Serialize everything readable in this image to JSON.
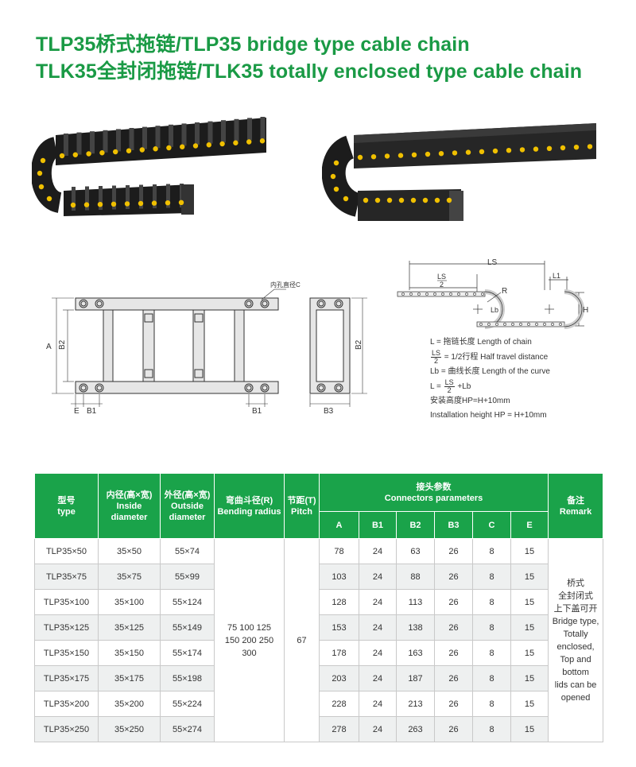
{
  "titles": {
    "line1": "TLP35桥式拖链/TLP35 bridge type cable chain",
    "line2": "TLK35全封闭拖链/TLK35 totally enclosed type cable chain"
  },
  "colors": {
    "accent": "#1a9a45",
    "table_header": "#1aa34a",
    "chain_body": "#1c1c1c",
    "pin": "#f0c000"
  },
  "drawing_labels": {
    "hole_note": "内孔直径C",
    "A": "A",
    "B1": "B1",
    "B2": "B2",
    "B3": "B3",
    "E": "E",
    "LS": "LS",
    "LS_half_num": "LS",
    "LS_half_den": "2",
    "R": "R",
    "Lb": "Lb",
    "L1": "L1",
    "H": "H"
  },
  "legend": {
    "l_def": "L = 拖链长度  Length of chain",
    "ls_num": "LS",
    "ls_den": "2",
    "ls_def": "= 1/2行程  Half travel distance",
    "lb_def": "Lb = 曲线长度  Length of the curve",
    "formula_left": "L =",
    "formula_right": "+Lb",
    "hp_cn": "安装高度HP=H+10mm",
    "hp_en": "Installation height HP = H+10mm"
  },
  "table": {
    "headers": {
      "type": "型号\ntype",
      "inside": "内径(高×宽)\nInside\ndiameter",
      "outside": "外径(高×宽)\nOutside\ndiameter",
      "bending": "弯曲斗径(R)\nBending radius",
      "pitch": "节距(T)\nPitch",
      "connectors": "接头参数\nConnectors parameters",
      "remark": "备注\nRemark",
      "A": "A",
      "B1": "B1",
      "B2": "B2",
      "B3": "B3",
      "C": "C",
      "E": "E"
    },
    "bending_value": "75  100  125\n150  200  250\n300",
    "pitch_value": "67",
    "remark_value": "桥式\n全封闭式\n上下盖可开\nBridge type,\nTotally\nenclosed,\nTop and\nbottom\nlids can be\nopened",
    "rows": [
      {
        "type": "TLP35×50",
        "inside": "35×50",
        "outside": "55×74",
        "A": "78",
        "B1": "24",
        "B2": "63",
        "B3": "26",
        "C": "8",
        "E": "15"
      },
      {
        "type": "TLP35×75",
        "inside": "35×75",
        "outside": "55×99",
        "A": "103",
        "B1": "24",
        "B2": "88",
        "B3": "26",
        "C": "8",
        "E": "15"
      },
      {
        "type": "TLP35×100",
        "inside": "35×100",
        "outside": "55×124",
        "A": "128",
        "B1": "24",
        "B2": "113",
        "B3": "26",
        "C": "8",
        "E": "15"
      },
      {
        "type": "TLP35×125",
        "inside": "35×125",
        "outside": "55×149",
        "A": "153",
        "B1": "24",
        "B2": "138",
        "B3": "26",
        "C": "8",
        "E": "15"
      },
      {
        "type": "TLP35×150",
        "inside": "35×150",
        "outside": "55×174",
        "A": "178",
        "B1": "24",
        "B2": "163",
        "B3": "26",
        "C": "8",
        "E": "15"
      },
      {
        "type": "TLP35×175",
        "inside": "35×175",
        "outside": "55×198",
        "A": "203",
        "B1": "24",
        "B2": "187",
        "B3": "26",
        "C": "8",
        "E": "15"
      },
      {
        "type": "TLP35×200",
        "inside": "35×200",
        "outside": "55×224",
        "A": "228",
        "B1": "24",
        "B2": "213",
        "B3": "26",
        "C": "8",
        "E": "15"
      },
      {
        "type": "TLP35×250",
        "inside": "35×250",
        "outside": "55×274",
        "A": "278",
        "B1": "24",
        "B2": "263",
        "B3": "26",
        "C": "8",
        "E": "15"
      }
    ]
  }
}
